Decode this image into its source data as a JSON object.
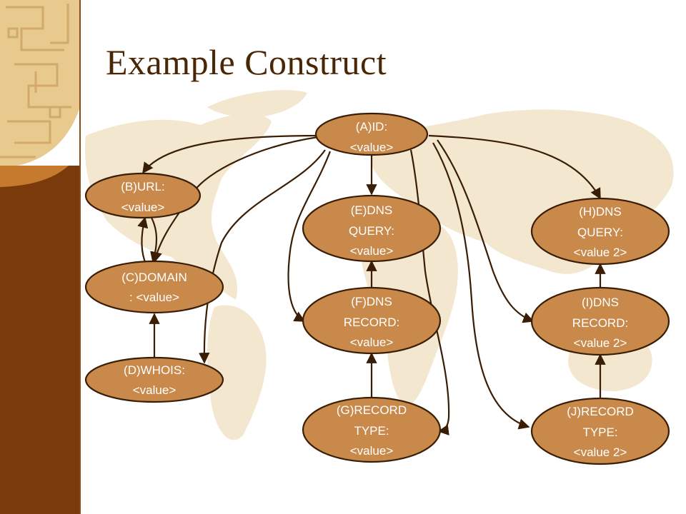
{
  "slide": {
    "title": "Example Construct",
    "colors": {
      "node_fill": "#c8894a",
      "node_stroke": "#3a1d05",
      "edge": "#3a1d05",
      "sidebar_dark": "#7a3a0c",
      "sidebar_light": "#e8c98e",
      "map": "#f3e7cf",
      "title": "#4a2605"
    }
  },
  "nodes": {
    "A": {
      "lines": [
        "(A)ID:",
        "<value>"
      ]
    },
    "B": {
      "lines": [
        "(B)URL:",
        "<value>"
      ]
    },
    "C": {
      "lines": [
        "(C)DOMAIN",
        ": <value>"
      ]
    },
    "D": {
      "lines": [
        "(D)WHOIS:",
        "<value>"
      ]
    },
    "E": {
      "lines": [
        "(E)DNS",
        "QUERY:",
        "<value>"
      ]
    },
    "F": {
      "lines": [
        "(F)DNS",
        "RECORD:",
        "<value>"
      ]
    },
    "G": {
      "lines": [
        "(G)RECORD",
        "TYPE:",
        "<value>"
      ]
    },
    "H": {
      "lines": [
        "(H)DNS",
        "QUERY:",
        "<value 2>"
      ]
    },
    "I": {
      "lines": [
        "(I)DNS",
        "RECORD:",
        "<value 2>"
      ]
    },
    "J": {
      "lines": [
        "(J)RECORD",
        "TYPE:",
        "<value 2>"
      ]
    }
  }
}
